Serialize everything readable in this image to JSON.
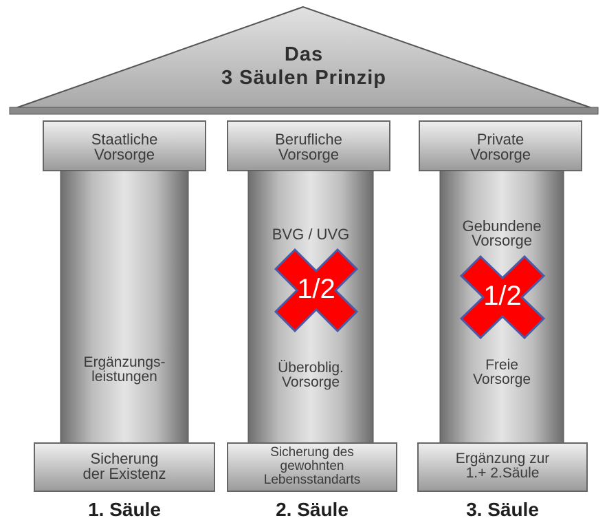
{
  "diagram": {
    "roof_title": "Das\n3 Säulen Prinzip",
    "pillars": [
      {
        "cap": "Staatliche\nVorsorge",
        "upper": "",
        "lower": "Ergänzungs-\nleistungen",
        "base": "Sicherung\nder Existenz",
        "label": "1. Säule",
        "crossed": false,
        "cross_text": ""
      },
      {
        "cap": "Berufliche\nVorsorge",
        "upper": "BVG / UVG",
        "lower": "Überoblig.\nVorsorge",
        "base": "Sicherung des\ngewohnten\nLebensstandarts",
        "label": "2. Säule",
        "crossed": true,
        "cross_text": "1/2"
      },
      {
        "cap": "Private\nVorsorge",
        "upper": "Gebundene\nVorsorge",
        "lower": "Freie\nVorsorge",
        "base": "Ergänzung zur\n1.+ 2.Säule",
        "label": "3. Säule",
        "crossed": true,
        "cross_text": "1/2"
      }
    ],
    "colors": {
      "cross_fill": "#ff0000",
      "cross_stroke": "#4a5aa8",
      "stone_light": "#d9d9d9",
      "stone_dark": "#6f6f6f"
    }
  }
}
